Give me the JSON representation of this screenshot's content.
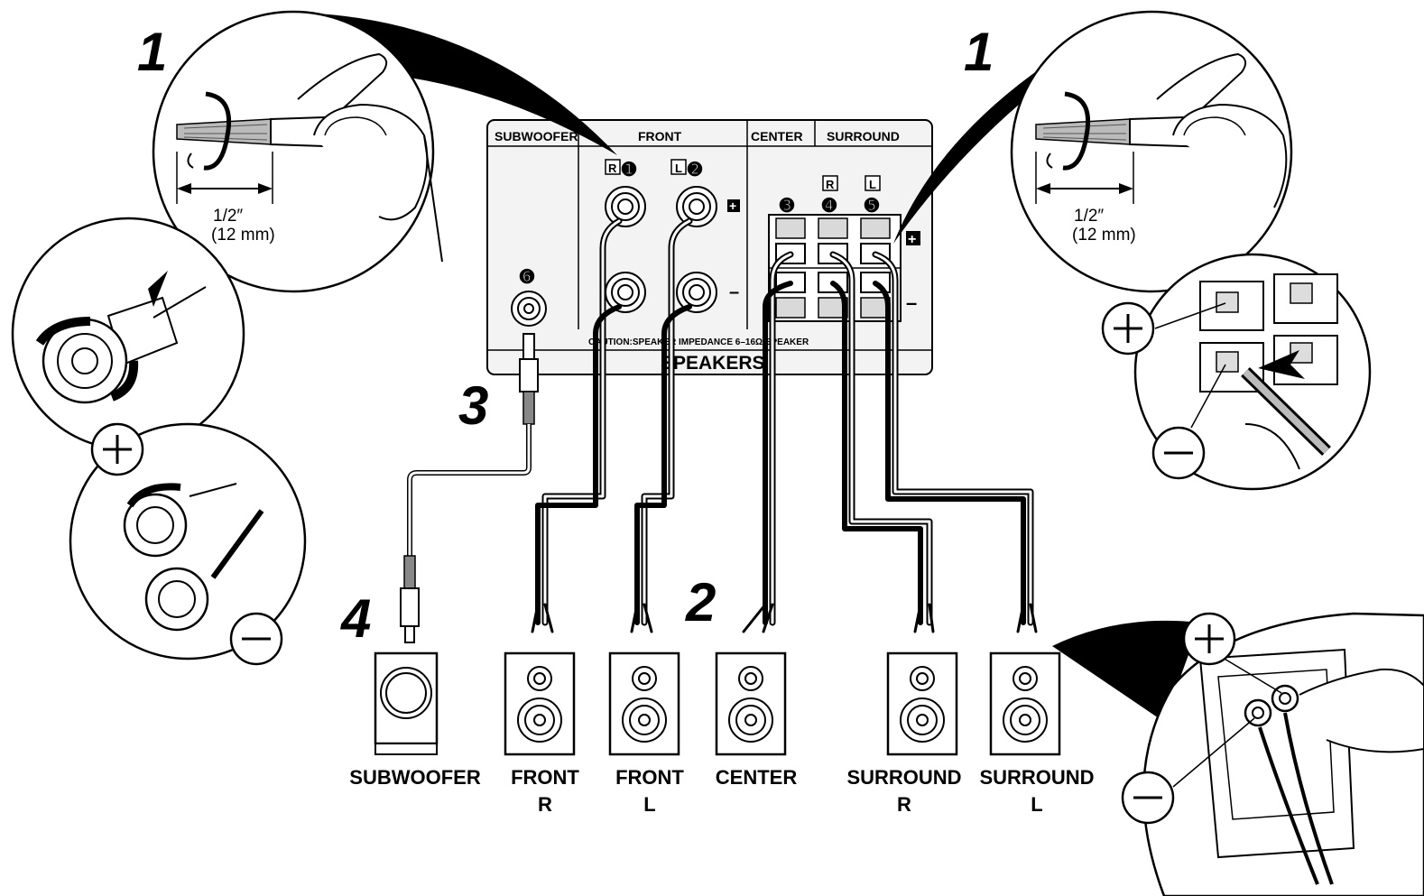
{
  "steps": {
    "strip_left": "1",
    "strip_right": "1",
    "connect_speakers": "2",
    "connect_sub_receiver": "3",
    "connect_sub_speaker": "4"
  },
  "strip": {
    "length_in": "1/2″",
    "length_mm": "(12 mm)"
  },
  "panel": {
    "subwoofer": "SUBWOOFER",
    "front": "FRONT",
    "center": "CENTER",
    "surround": "SURROUND",
    "caution": "CAUTION:SPEAKER IMPEDANCE  6–16Ω/SPEAKER",
    "speakers": "SPEAKERS",
    "badge_r": "R",
    "badge_l": "L",
    "n1": "➊",
    "n2": "➋",
    "n3": "➌",
    "n4": "➍",
    "n5": "➎",
    "n6": "➏",
    "plus": "+",
    "minus": "–"
  },
  "speakers": [
    {
      "line1": "SUBWOOFER",
      "line2": ""
    },
    {
      "line1": "FRONT",
      "line2": "R"
    },
    {
      "line1": "FRONT",
      "line2": "L"
    },
    {
      "line1": "CENTER",
      "line2": ""
    },
    {
      "line1": "SURROUND",
      "line2": "R"
    },
    {
      "line1": "SURROUND",
      "line2": "L"
    }
  ],
  "colors": {
    "line": "#000000",
    "background": "#ffffff",
    "panel_fill": "#f3f3f3",
    "terminal_fill": "#d9d9d9"
  }
}
